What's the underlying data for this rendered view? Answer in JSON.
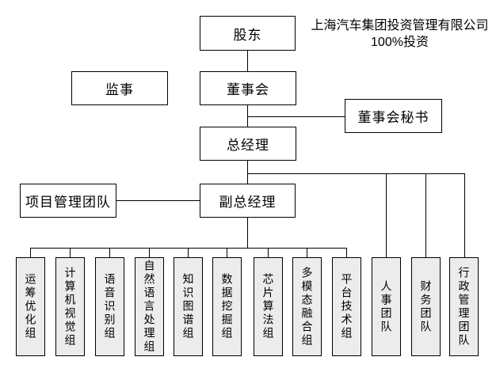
{
  "diagram": {
    "title_annotation": {
      "line1": "上海汽车集团投资管理有限公司",
      "line2": "100%投资"
    },
    "nodes": {
      "shareholders": "股东",
      "supervisor": "监事",
      "board": "董事会",
      "board_secretary": "董事会秘书",
      "general_manager": "总经理",
      "project_management_team": "项目管理团队",
      "deputy_general_manager": "副总经理"
    },
    "groups": [
      "运筹优化组",
      "计算机视觉组",
      "语音识别组",
      "自然语言处理组",
      "知识图谱组",
      "数据挖掘组",
      "芯片算法组",
      "多模态融合组",
      "平台技术组",
      "人事团队",
      "财务团队",
      "行政管理团队"
    ],
    "colors": {
      "line": "#000000",
      "node_fill": "#ffffff",
      "group_fill": "#ececec",
      "text": "#000000",
      "background": "#ffffff"
    }
  }
}
